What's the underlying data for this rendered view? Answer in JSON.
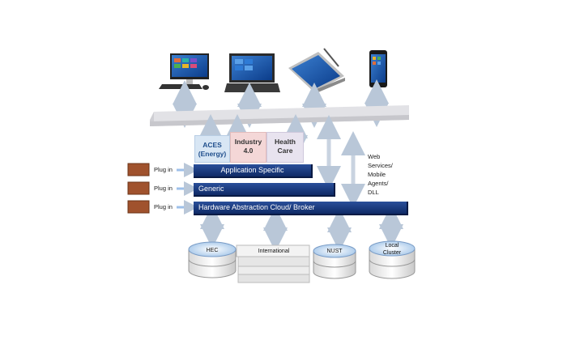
{
  "colors": {
    "bar": "#1b3a7a",
    "plugin_box": "#a0522d",
    "aces_bg": "#d8e6f4",
    "industry_bg": "#f4d7d7",
    "health_bg": "#e8e3ef",
    "platform": "#d9d9dd",
    "arrow": "#c9d3e0",
    "label_blue": "#1f4e8c"
  },
  "devices": [
    {
      "name": "desktop",
      "icon": "all-in-one-pc-icon"
    },
    {
      "name": "laptop",
      "icon": "laptop-icon"
    },
    {
      "name": "tablet",
      "icon": "tablet-with-pen-icon"
    },
    {
      "name": "phone",
      "icon": "smartphone-icon"
    }
  ],
  "modules": {
    "aces": "ACES (Energy)",
    "industry_line1": "Industry",
    "industry_line2": "4.0",
    "health_line1": "Health",
    "health_line2": "Care"
  },
  "layers": {
    "application": "Application Specific",
    "generic": "Generic",
    "hardware": "Hardware Abstraction Cloud/ Broker"
  },
  "plugins": [
    "Plug in",
    "Plug in",
    "Plug in"
  ],
  "side_note": [
    "Web",
    "Services/",
    "Mobile",
    "Agents/",
    "DLL"
  ],
  "databases": {
    "hec": "HEC",
    "international": "International",
    "nust": "NUST",
    "local_line1": "Local",
    "local_line2": "Cluster"
  }
}
